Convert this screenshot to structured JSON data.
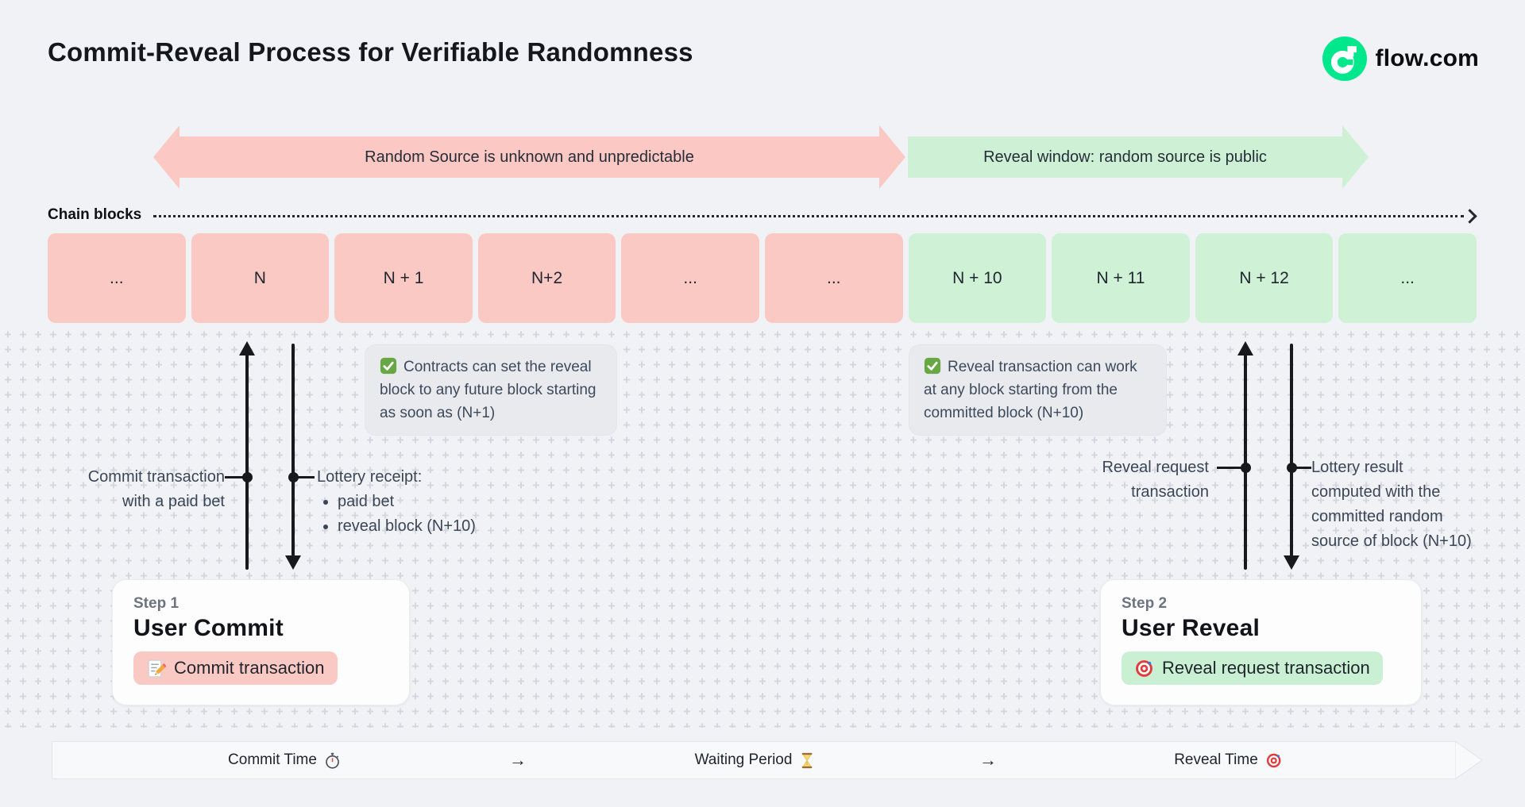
{
  "header": {
    "title": "Commit-Reveal Process for Verifiable Randomness",
    "brand": "flow.com",
    "brand_logo_icon": "flow-logo-icon"
  },
  "phase_banners": {
    "commit": {
      "label": "Random Source is unknown and unpredictable",
      "color": "#FBC8C3",
      "direction": "both"
    },
    "reveal": {
      "label": "Reveal window: random source is public",
      "color": "#CEF1D6",
      "direction": "right"
    }
  },
  "chain": {
    "label": "Chain blocks",
    "blocks": [
      {
        "label": "...",
        "phase": "commit"
      },
      {
        "label": "N",
        "phase": "commit"
      },
      {
        "label": "N + 1",
        "phase": "commit"
      },
      {
        "label": "N+2",
        "phase": "commit"
      },
      {
        "label": "...",
        "phase": "commit"
      },
      {
        "label": "...",
        "phase": "commit"
      },
      {
        "label": "N + 10",
        "phase": "reveal"
      },
      {
        "label": "N + 11",
        "phase": "reveal"
      },
      {
        "label": "N + 12",
        "phase": "reveal"
      },
      {
        "label": "...",
        "phase": "reveal"
      }
    ]
  },
  "callouts": {
    "commit": {
      "icon": "check-icon",
      "text": "Contracts can set the reveal block to any future block starting as soon as (N+1)"
    },
    "reveal": {
      "icon": "check-icon",
      "text": "Reveal transaction can work at any block starting from the committed block (N+10)"
    }
  },
  "annotations": {
    "commit_tx": {
      "line1": "Commit transaction",
      "line2": "with a paid bet"
    },
    "lottery_receipt": {
      "title": "Lottery receipt:",
      "bullet1": "paid bet",
      "bullet2": "reveal block (N+10)"
    },
    "reveal_request": {
      "line1": "Reveal request",
      "line2": "transaction"
    },
    "lottery_result": {
      "line1": "Lottery result",
      "line2": "computed with the",
      "line3": "committed random",
      "line4": "source of block (N+10)"
    }
  },
  "steps": {
    "commit": {
      "eyebrow": "Step 1",
      "title": "User Commit",
      "badge_label": "Commit transaction",
      "badge_icon": "memo-icon",
      "badge_color": "#FBC9C4"
    },
    "reveal": {
      "eyebrow": "Step 2",
      "title": "User Reveal",
      "badge_label": "Reveal request transaction",
      "badge_icon": "target-icon",
      "badge_color": "#C9F0D2"
    }
  },
  "timeline": {
    "commit": {
      "label": "Commit Time",
      "icon": "stopwatch-icon"
    },
    "arrow1": "→",
    "waiting": {
      "label": "Waiting Period",
      "icon": "hourglass-icon"
    },
    "arrow2": "→",
    "reveal": {
      "label": "Reveal Time",
      "icon": "target-icon"
    }
  },
  "colors": {
    "background": "#F1F2F6",
    "brand_green": "#00E88B",
    "commit_pink": "#FBC9C4",
    "reveal_green": "#CFF1D6"
  }
}
